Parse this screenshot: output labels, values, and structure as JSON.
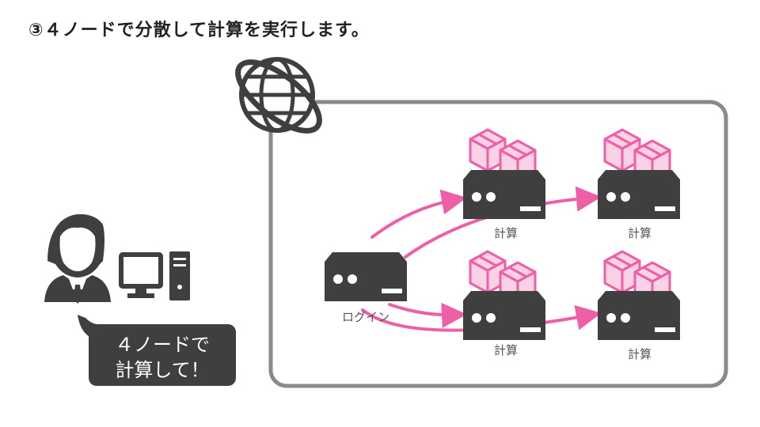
{
  "title": "③４ノードで分散して計算を実行します。",
  "bubble": {
    "line1": "４ノードで",
    "line2": "計算して！"
  },
  "nodes": {
    "login": {
      "label": "ログイン"
    },
    "compute1": {
      "label": "計算"
    },
    "compute2": {
      "label": "計算"
    },
    "compute3": {
      "label": "計算"
    },
    "compute4": {
      "label": "計算"
    }
  },
  "colors": {
    "accent": "#ee5fa7",
    "box_fill": "#f9d2e6",
    "dark": "#3f3f3f",
    "frame": "#8a8a8a"
  },
  "icons": [
    "globe-icon",
    "user-icon",
    "desktop-pc-icon",
    "server-icon",
    "package-boxes-icon"
  ]
}
